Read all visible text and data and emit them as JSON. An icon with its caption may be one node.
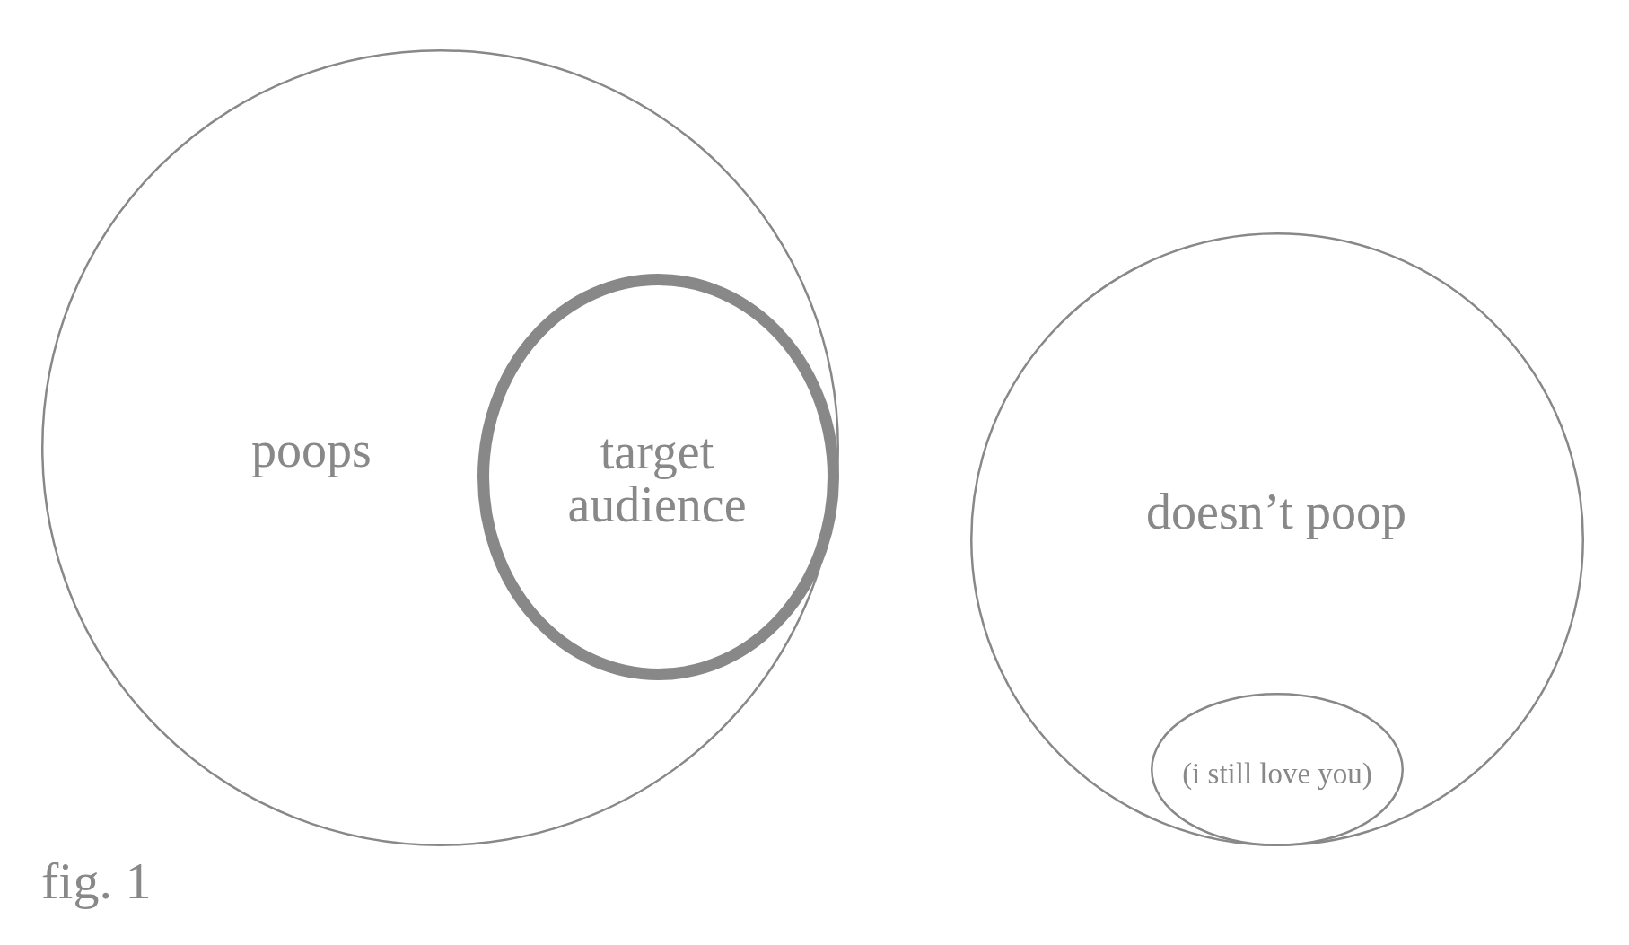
{
  "diagram": {
    "caption": "fig. 1",
    "nodes": [
      {
        "text": [
          "poops"
        ]
      },
      {
        "text": [
          "target audience"
        ],
        "in": 0
      },
      {
        "text": [
          "doesn’t poop"
        ]
      },
      {
        "text": [
          "(i still love you)"
        ],
        "in": 2
      }
    ],
    "edges": []
  }
}
